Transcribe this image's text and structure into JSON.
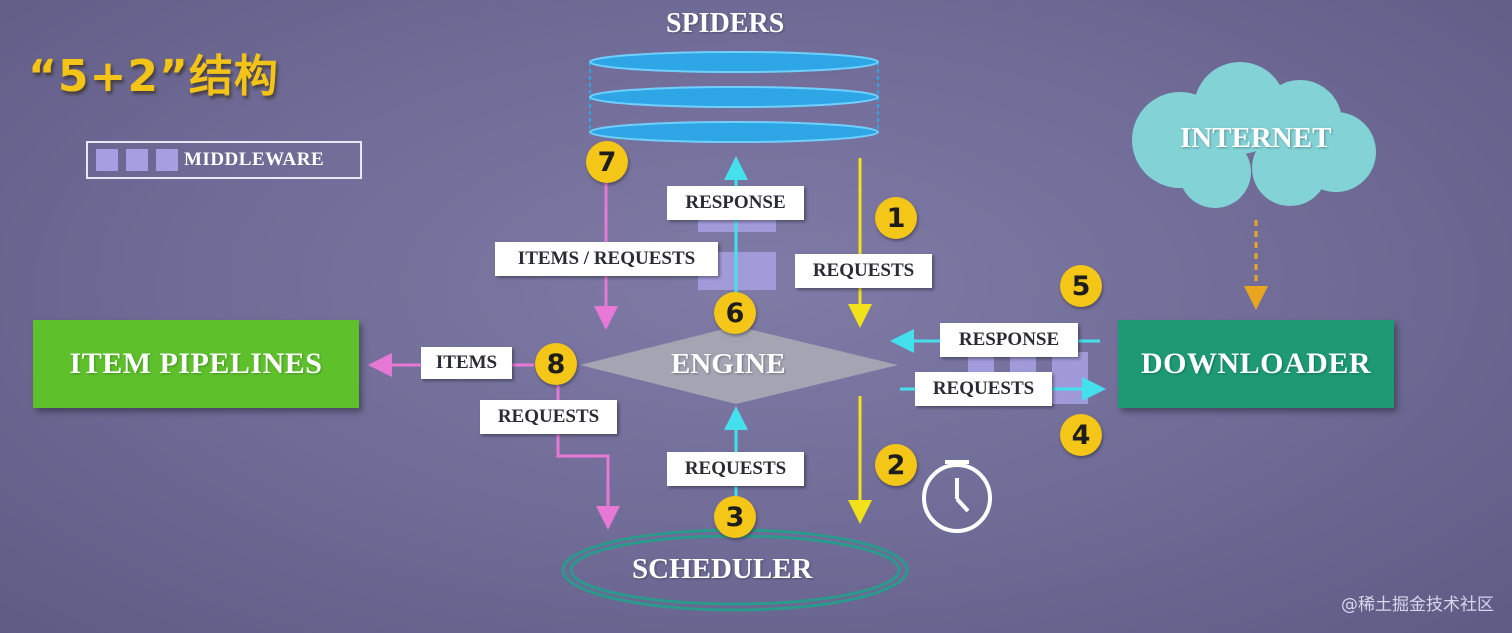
{
  "title": "“5+2”结构",
  "legend": {
    "label": "MIDDLEWARE"
  },
  "components": {
    "spiders": "SPIDERS",
    "engine": "ENGINE",
    "scheduler": "SCHEDULER",
    "item_pipelines": "ITEM PIPELINES",
    "downloader": "DOWNLOADER",
    "internet": "INTERNET"
  },
  "flow_labels": {
    "response_top": "RESPONSE",
    "items_requests": "ITEMS / REQUESTS",
    "requests_1": "REQUESTS",
    "items": "ITEMS",
    "requests_8": "REQUESTS",
    "requests_3": "REQUESTS",
    "response_5": "RESPONSE",
    "requests_4": "REQUESTS"
  },
  "steps": [
    "1",
    "2",
    "3",
    "4",
    "5",
    "6",
    "7",
    "8"
  ],
  "colors": {
    "background": "#736f9b",
    "title": "#f3c318",
    "middleware": "#a69ee0",
    "item_pipelines": "#5ec12c",
    "downloader": "#1d9a73",
    "engine": "#a6a6b4",
    "spiders": "#2ea6e6",
    "scheduler": "#2b9a8c",
    "internet": "#82d2d6",
    "arrow_yellow": "#f2e21a",
    "arrow_cyan": "#44e0ee",
    "arrow_magenta": "#e878d6",
    "arrow_orange": "#e9a51f",
    "badge": "#f4c617"
  },
  "icons": [
    "timer-icon",
    "cloud-icon"
  ],
  "watermark": "@稀土掘金技术社区"
}
